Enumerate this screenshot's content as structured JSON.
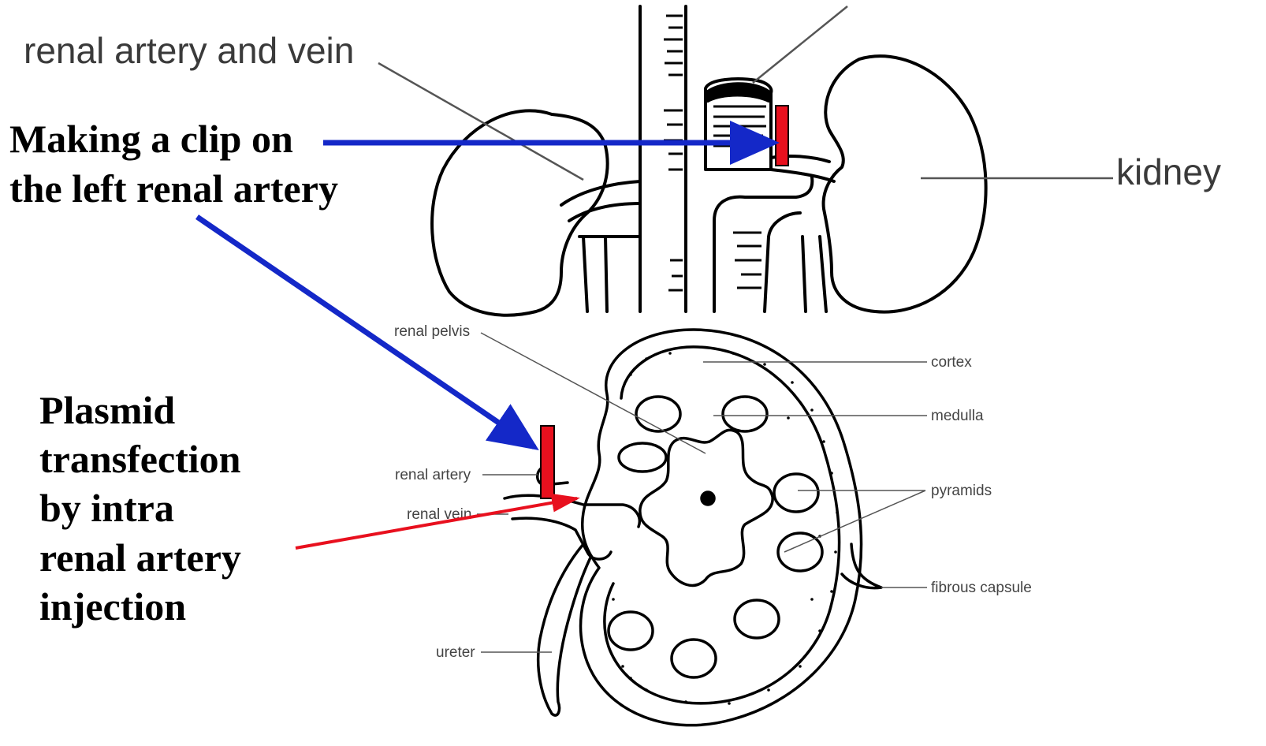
{
  "top_labels": {
    "renal_artery_and_vein": "renal artery and vein",
    "kidney": "kidney"
  },
  "bottom_labels": {
    "renal_pelvis": "renal pelvis",
    "cortex": "cortex",
    "medulla": "medulla",
    "renal_artery": "renal artery",
    "pyramids": "pyramids",
    "renal_vein": "renal vein",
    "fibrous_capsule": "fibrous capsule",
    "ureter": "ureter"
  },
  "annotations": {
    "clip_line1": "Making a clip on",
    "clip_line2": "the left renal artery",
    "plasmid_lines": [
      "Plasmid",
      "transfection",
      "by intra",
      "renal artery",
      "injection"
    ]
  },
  "colors": {
    "clip_marker": "#e8101e",
    "clip_arrow": "#1428c8",
    "injection_arrow": "#e8101e",
    "outline": "#000000"
  }
}
